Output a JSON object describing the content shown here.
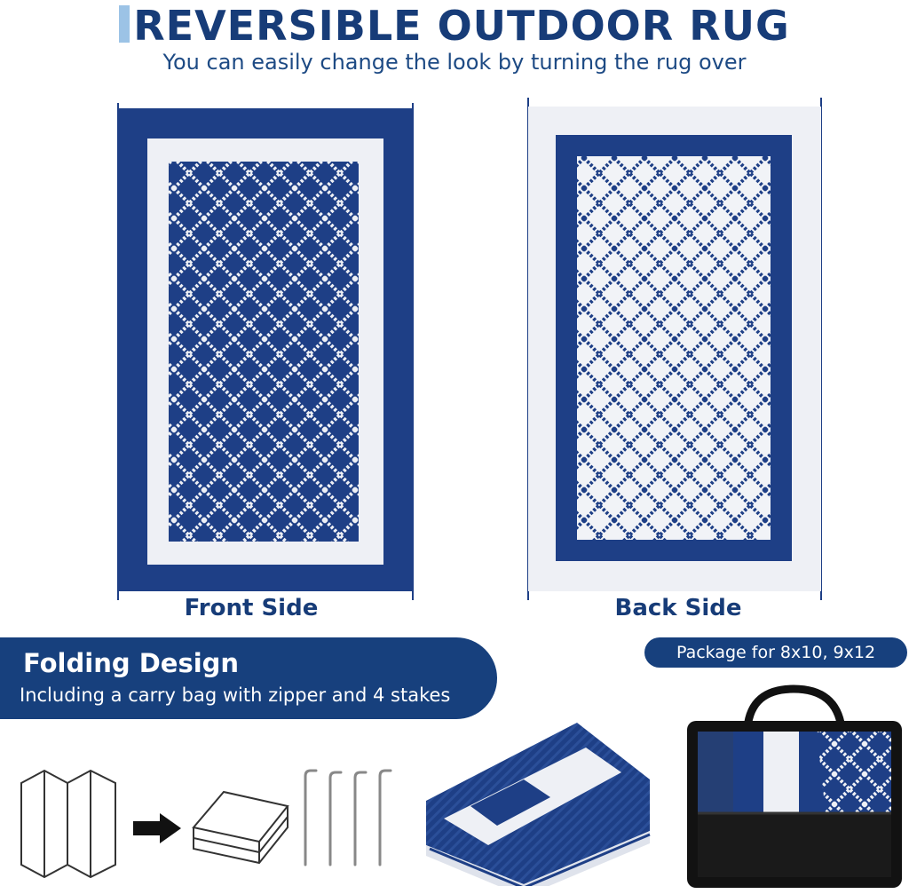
{
  "header": {
    "title": "REVERSIBLE OUTDOOR RUG",
    "subtitle": "You can easily change the look by turning the rug over"
  },
  "rugs": [
    {
      "label": "Front Side"
    },
    {
      "label": "Back Side"
    }
  ],
  "folding": {
    "title": "Folding Design",
    "description": "Including a carry bag with zipper and 4 stakes"
  },
  "package": {
    "label": "Package for 8x10, 9x12"
  },
  "colors": {
    "navy": "#1e3f86",
    "white": "#eef0f5",
    "label": "#173c78"
  },
  "icons": [
    "folding-steps-icon",
    "arrow-right-icon",
    "folded-rug-icon",
    "stakes-icon",
    "rolled-rug-icon",
    "carry-bag-icon"
  ]
}
